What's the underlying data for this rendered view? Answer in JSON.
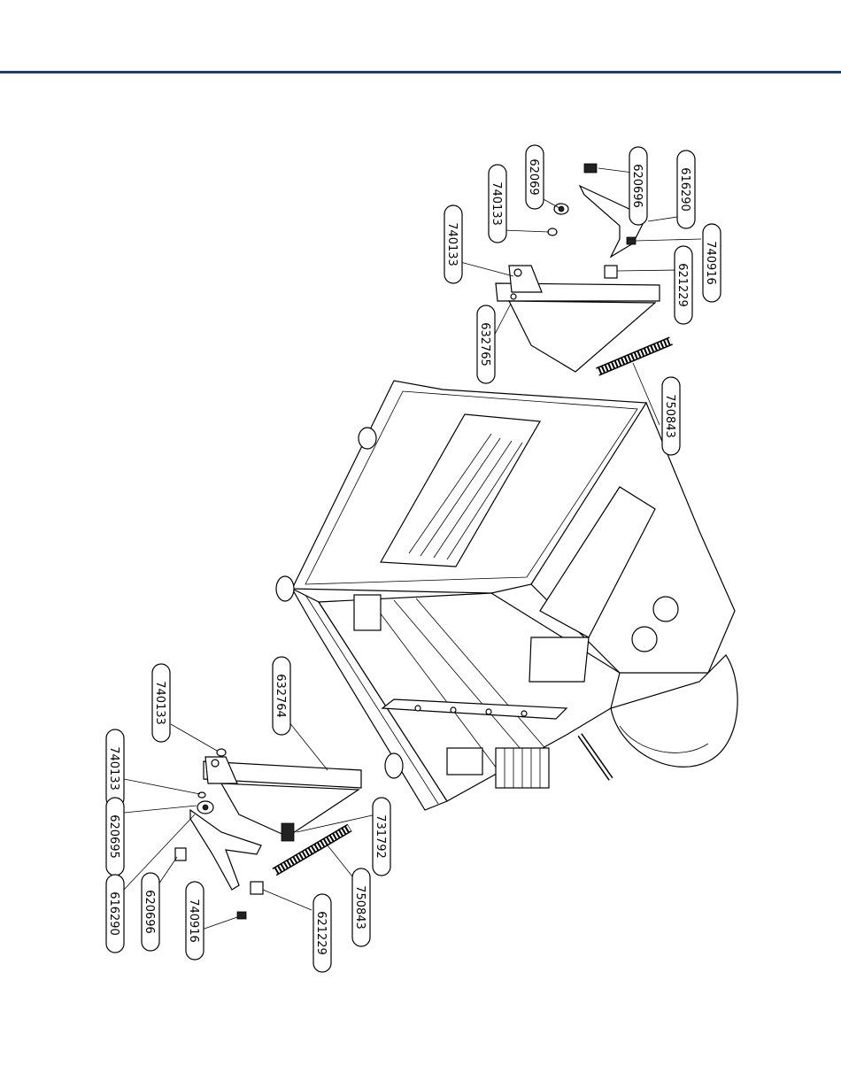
{
  "header": {
    "rule_color": "#1f3c7a"
  },
  "callouts": {
    "r_740133_a": "740133",
    "r_740133_b": "740133",
    "r_62069": "62069",
    "r_620696": "620696",
    "r_616290": "616290",
    "r_740916": "740916",
    "r_621229": "621229",
    "r_632765": "632765",
    "r_750843": "750843",
    "l_740133_a": "740133",
    "l_740133_b": "740133",
    "l_632764": "632764",
    "l_620695": "620695",
    "l_616290": "616290",
    "l_620696": "620696",
    "l_740916": "740916",
    "l_731792": "731792",
    "l_750843": "750843",
    "l_621229": "621229"
  }
}
